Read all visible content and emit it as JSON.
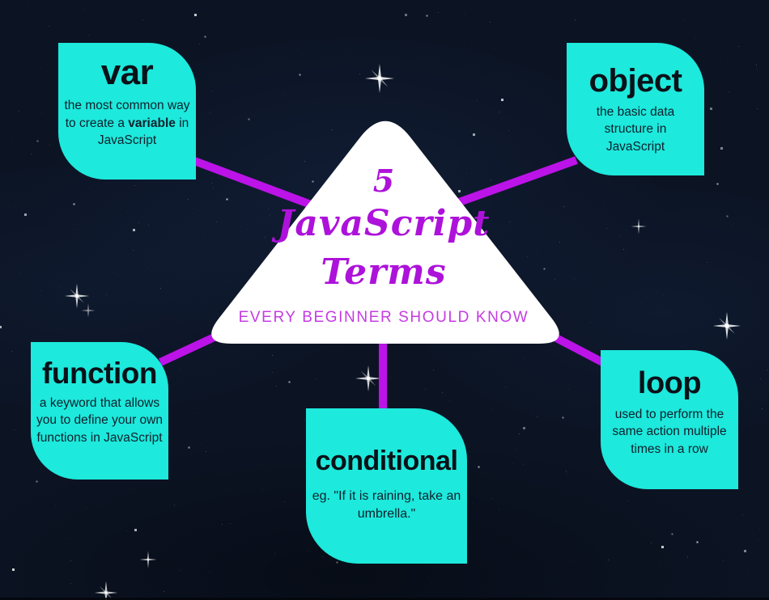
{
  "title": {
    "number": "5",
    "line1": "JavaScript",
    "line2": "Terms",
    "subtitle": "EVERY BEGINNER SHOULD KNOW"
  },
  "terms": [
    {
      "name": "var",
      "desc_pre": "the most common way to create a ",
      "desc_bold": "variable",
      "desc_post": " in JavaScript"
    },
    {
      "name": "object",
      "desc_pre": "the basic data structure in JavaScript",
      "desc_bold": "",
      "desc_post": ""
    },
    {
      "name": "function",
      "desc_pre": "a keyword that allows you to define your own functions in JavaScript",
      "desc_bold": "",
      "desc_post": ""
    },
    {
      "name": "conditional",
      "desc_pre": "eg. \"If it is raining, take an umbrella.\"",
      "desc_bold": "",
      "desc_post": ""
    },
    {
      "name": "loop",
      "desc_pre": "used to perform the same action multiple times in a row",
      "desc_bold": "",
      "desc_post": ""
    }
  ],
  "colors": {
    "background": "#0C1424",
    "card": "#1DE9DC",
    "connector": "#BC13E8",
    "title_text": "#AD12DA",
    "subtitle_text": "#C43BE3",
    "card_text": "#10202C",
    "triangle": "#FFFFFF"
  }
}
